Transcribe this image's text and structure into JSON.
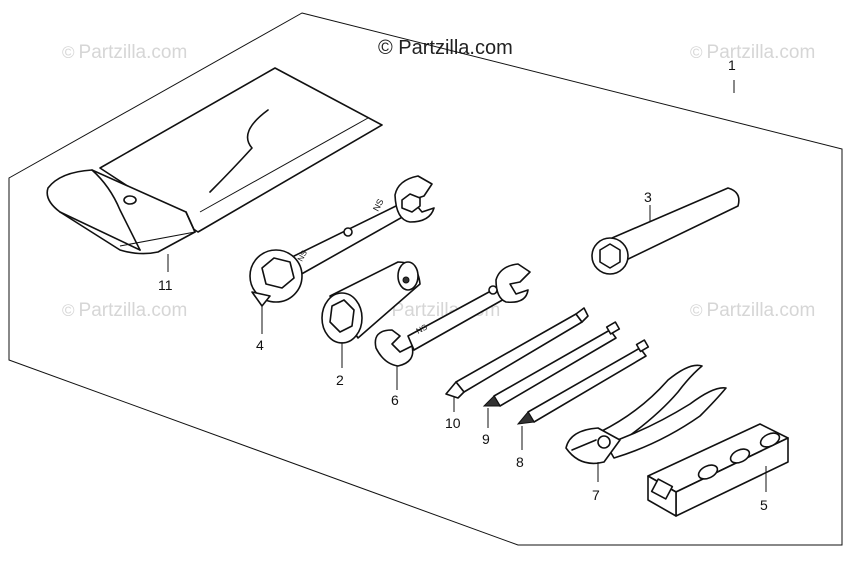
{
  "brand": {
    "text": "© Partzilla.com"
  },
  "watermark": {
    "text": "Partzilla.com",
    "symbol": "©"
  },
  "callouts": {
    "p1": "1",
    "p2": "2",
    "p3": "3",
    "p4": "4",
    "p5": "5",
    "p6": "6",
    "p7": "7",
    "p8": "8",
    "p9": "9",
    "p10": "10",
    "p11": "11"
  },
  "marks": {
    "wrench_stamp": "NS",
    "wrench_stamp_small": "NS"
  }
}
